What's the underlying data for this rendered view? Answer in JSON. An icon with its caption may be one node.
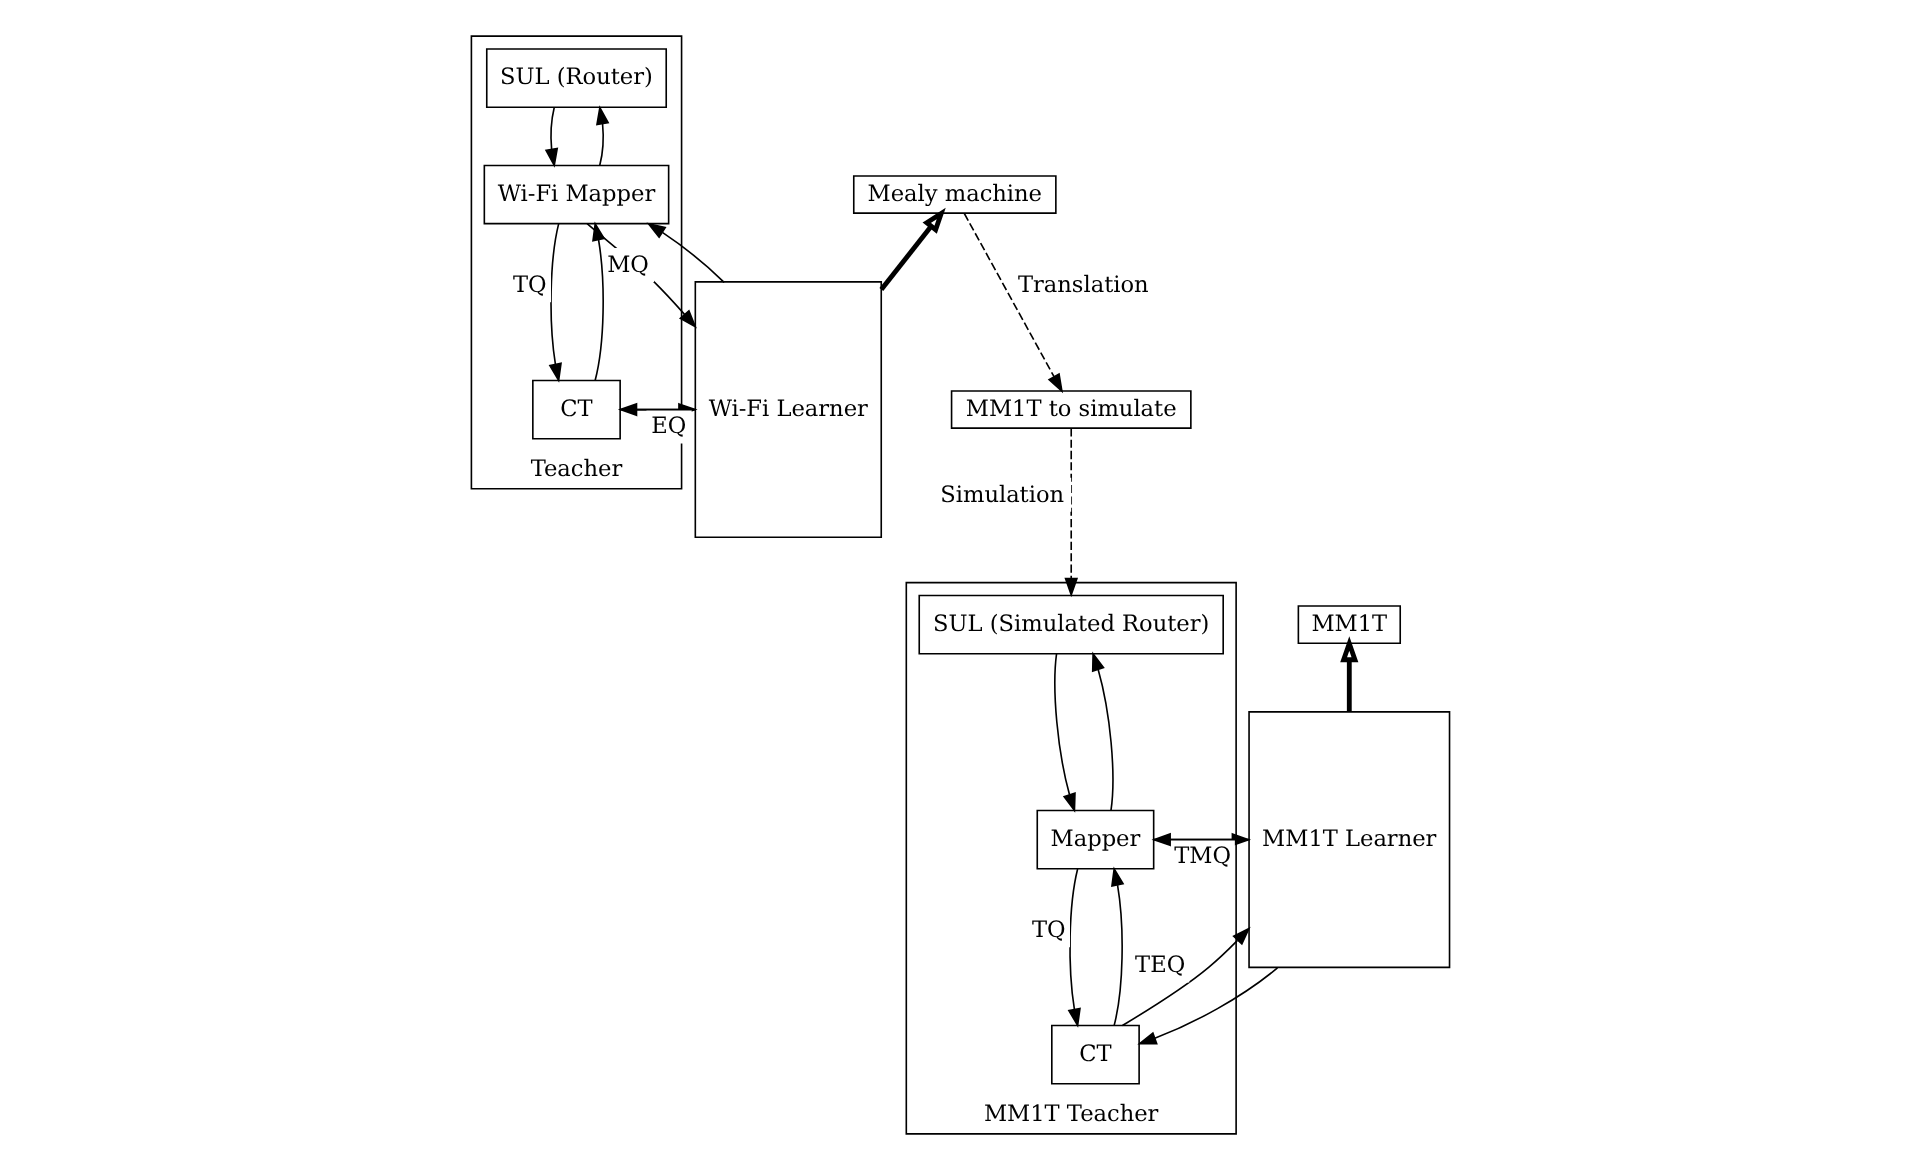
{
  "diagram": {
    "nodes": [
      {
        "text": [
          "Teacher"
        ]
      },
      {
        "text": [
          "SUL (Router)"
        ],
        "in": 0
      },
      {
        "text": [
          "Wi-Fi Mapper"
        ],
        "in": 0
      },
      {
        "text": [
          "CT"
        ],
        "in": 0
      },
      {
        "text": [
          "Wi-Fi Learner"
        ]
      },
      {
        "text": [
          "Mealy machine"
        ]
      },
      {
        "text": [
          "MM1T to simulate"
        ]
      },
      {
        "text": [
          "MM1T Teacher"
        ]
      },
      {
        "text": [
          "SUL (Simulated Router)"
        ],
        "in": 7
      },
      {
        "text": [
          "Mapper"
        ],
        "in": 7
      },
      {
        "text": [
          "CT"
        ],
        "in": 7
      },
      {
        "text": [
          "MM1T Learner"
        ]
      },
      {
        "text": [
          "MM1T"
        ]
      }
    ],
    "edges": [
      {
        "from": 2,
        "to": 1,
        "arrow": "to"
      },
      {
        "from": 1,
        "to": 2,
        "arrow": "to"
      },
      {
        "from": 4,
        "to": 2,
        "arrow": "to"
      },
      {
        "from": 2,
        "to": 4,
        "arrow": "to",
        "label": "MQ"
      },
      {
        "from": 3,
        "to": 2,
        "arrow": "to"
      },
      {
        "from": 2,
        "to": 3,
        "arrow": "to",
        "label": "TQ"
      },
      {
        "from": 4,
        "to": 3,
        "arrow": "to"
      },
      {
        "from": 3,
        "to": 4,
        "arrow": "to",
        "label": "EQ"
      },
      {
        "from": 4,
        "to": 5,
        "arrow": "to",
        "style": "thick"
      },
      {
        "from": 5,
        "to": 6,
        "arrow": "to",
        "style": "dashed",
        "label": "Translation"
      },
      {
        "from": 6,
        "to": 8,
        "arrow": "to",
        "style": "dashed",
        "label": "Simulation"
      },
      {
        "from": 9,
        "to": 8,
        "arrow": "to"
      },
      {
        "from": 8,
        "to": 9,
        "arrow": "to"
      },
      {
        "from": 11,
        "to": 9,
        "arrow": "to"
      },
      {
        "from": 9,
        "to": 11,
        "arrow": "to",
        "label": "TMQ"
      },
      {
        "from": 10,
        "to": 9,
        "arrow": "to"
      },
      {
        "from": 9,
        "to": 10,
        "arrow": "to",
        "label": "TQ"
      },
      {
        "from": 11,
        "to": 10,
        "arrow": "to"
      },
      {
        "from": 10,
        "to": 11,
        "arrow": "to",
        "label": "TEQ"
      },
      {
        "from": 11,
        "to": 12,
        "arrow": "to",
        "style": "thick"
      }
    ]
  }
}
